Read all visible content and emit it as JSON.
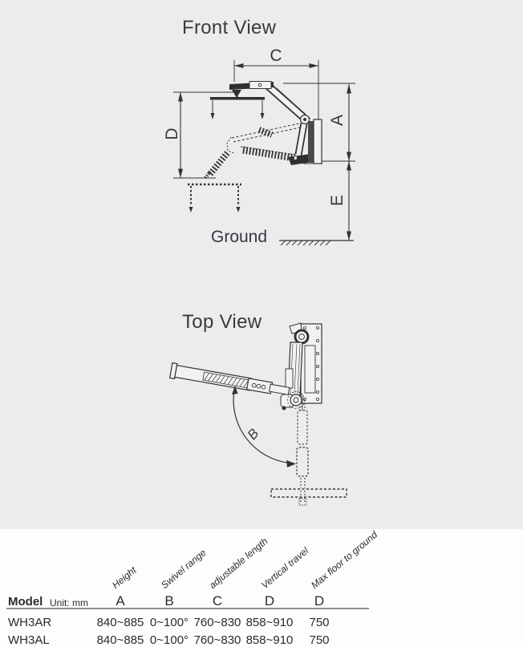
{
  "colors": {
    "background": "#ececec",
    "table_background": "#fdfdfd",
    "line": "#333333",
    "text": "#2b2b2b"
  },
  "front_view": {
    "title": "Front View",
    "labels": {
      "c": "C",
      "a": "A",
      "d": "D",
      "e": "E",
      "ground": "Ground"
    }
  },
  "top_view": {
    "title": "Top View",
    "labels": {
      "b": "B"
    }
  },
  "table": {
    "model_header": "Model",
    "unit": "Unit: mm",
    "columns": [
      {
        "name": "Height",
        "letter": "A"
      },
      {
        "name": "Swivel range",
        "letter": "B"
      },
      {
        "name": "adjustable length",
        "letter": "C"
      },
      {
        "name": "Vertical travel",
        "letter": "D"
      },
      {
        "name": "Max floor to ground",
        "letter": "D"
      }
    ],
    "rows": [
      {
        "model": "WH3AR",
        "values": [
          "840~885",
          "0~100°",
          "760~830",
          "858~910",
          "750"
        ]
      },
      {
        "model": "WH3AL",
        "values": [
          "840~885",
          "0~100°",
          "760~830",
          "858~910",
          "750"
        ]
      }
    ]
  }
}
